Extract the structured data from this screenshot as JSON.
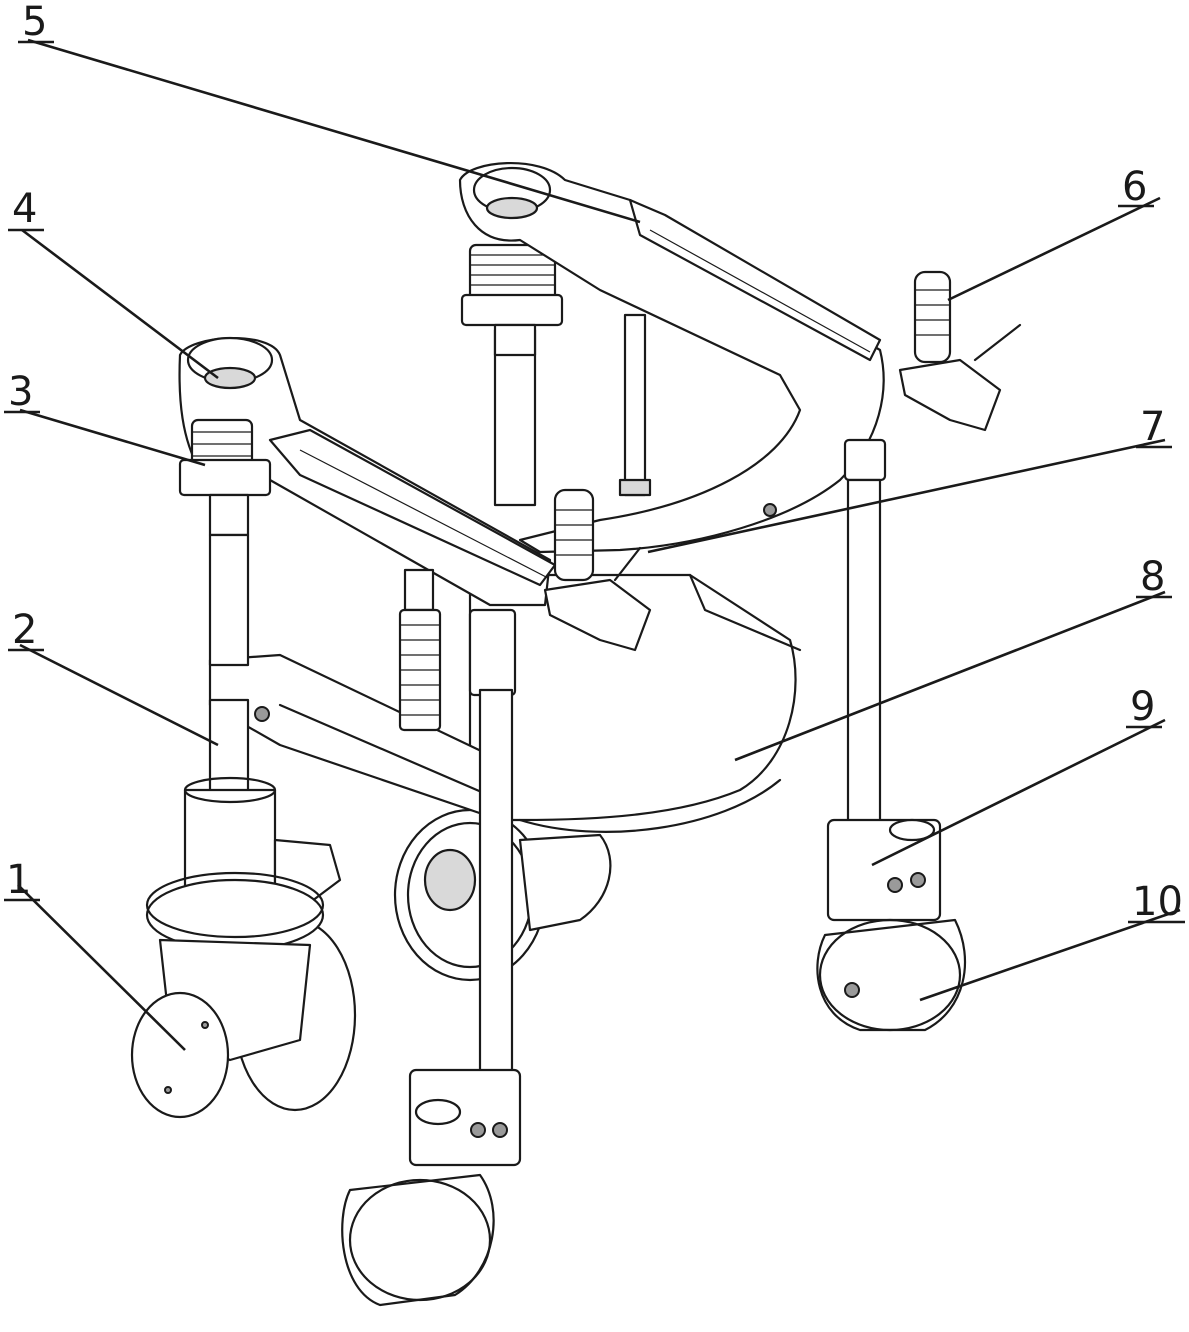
{
  "callouts": [
    {
      "id": "1",
      "label": "1"
    },
    {
      "id": "2",
      "label": "2"
    },
    {
      "id": "3",
      "label": "3"
    },
    {
      "id": "4",
      "label": "4"
    },
    {
      "id": "5",
      "label": "5"
    },
    {
      "id": "6",
      "label": "6"
    },
    {
      "id": "7",
      "label": "7"
    },
    {
      "id": "8",
      "label": "8"
    },
    {
      "id": "9",
      "label": "9"
    },
    {
      "id": "10",
      "label": "10"
    }
  ],
  "colors": {
    "ink": "#1a1a1a",
    "paper": "#ffffff",
    "shade": "#d9d9d9"
  }
}
